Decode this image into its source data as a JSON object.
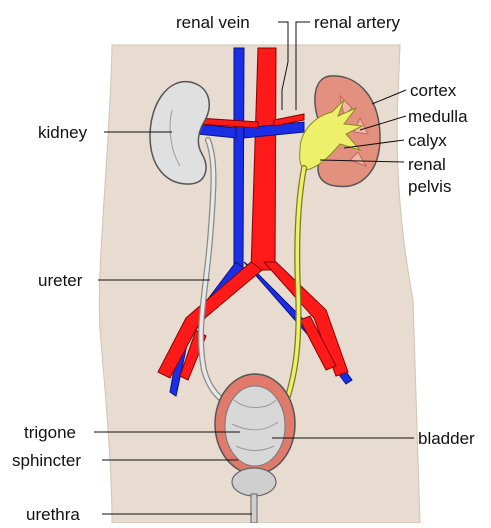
{
  "diagram": {
    "labels": {
      "renal_vein": "renal vein",
      "renal_artery": "renal artery",
      "cortex": "cortex",
      "medulla": "medulla",
      "calyx": "calyx",
      "renal": "renal",
      "pelvis": "pelvis",
      "kidney": "kidney",
      "ureter": "ureter",
      "trigone": "trigone",
      "bladder": "bladder",
      "sphincter": "sphincter",
      "urethra": "urethra"
    },
    "colors": {
      "body": "#e8dcd0",
      "kidney_fill": "#e0e0e0",
      "cortex_fill": "#e4907f",
      "pelvis_fill": "#eef06c",
      "artery": "#ff1a1a",
      "vein": "#1a2ee6",
      "bladder_rim": "#e07a6a",
      "leader_line": "#111111"
    }
  }
}
